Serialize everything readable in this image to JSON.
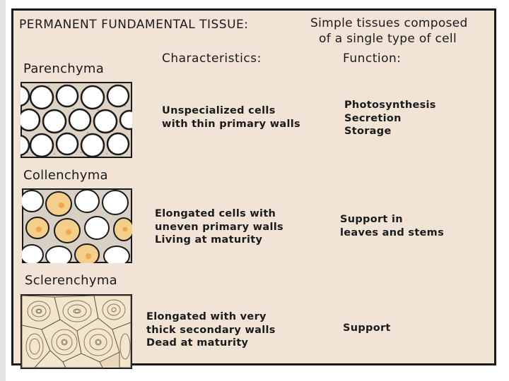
{
  "title": {
    "main": "PERMANENT FUNDAMENTAL TISSUE:",
    "subtitle_line1": "Simple tissues composed",
    "subtitle_line2": "of a single type of cell"
  },
  "columns": {
    "characteristics": "Characteristics:",
    "function": "Function:"
  },
  "tissues": [
    {
      "name": "Parenchyma",
      "characteristics": "Unspecialized cells\nwith thin primary walls",
      "function": "Photosynthesis\nSecretion\nStorage"
    },
    {
      "name": "Collenchyma",
      "characteristics": "Elongated cells with\nuneven primary walls\nLiving at maturity",
      "function": "Support in\nleaves and stems"
    },
    {
      "name": "Sclerenchyma",
      "characteristics": "Elongated with very\nthick secondary walls\nDead at maturity",
      "function": "Support"
    }
  ],
  "colors": {
    "panel_background": "#f1e4d7",
    "border": "#1a1a1a",
    "collenchyma_cell_fill": "#f4cf8c",
    "sclerenchyma_ring": "#e9d7b8"
  }
}
